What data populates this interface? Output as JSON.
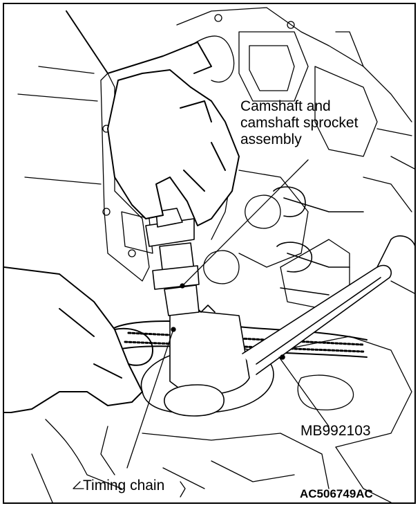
{
  "labels": {
    "camshaft_line1": "Camshaft and",
    "camshaft_line2": "camshaft sprocket",
    "camshaft_line3": "assembly",
    "tool": "MB992103",
    "timing_chain": "Timing chain",
    "figure_code": "AC506749AC"
  },
  "colors": {
    "line": "#000000",
    "background": "#ffffff"
  }
}
